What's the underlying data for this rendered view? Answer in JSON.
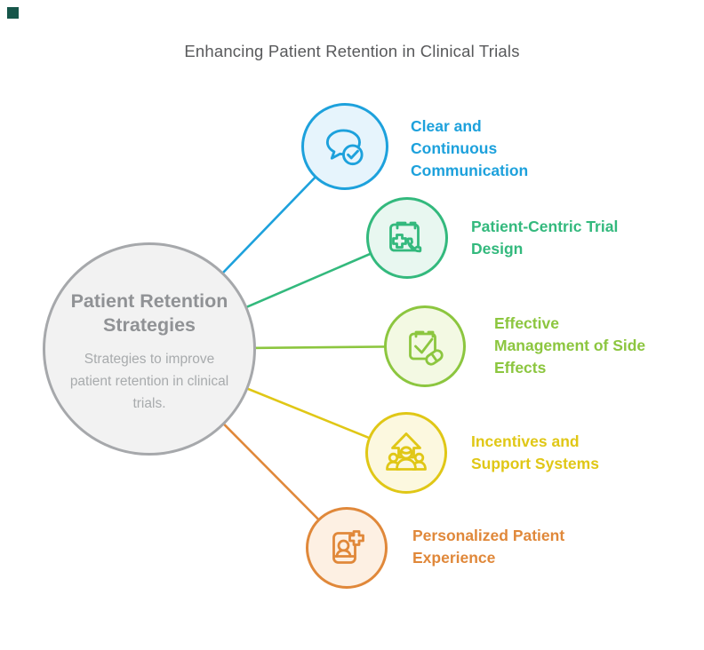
{
  "page": {
    "title": "Enhancing Patient Retention in Clinical Trials",
    "title_color": "#58595b",
    "background": "#ffffff",
    "brand_mark_color": "#16564a"
  },
  "center": {
    "title": "Patient Retention Strategies",
    "description": "Strategies to improve patient retention in clinical trials.",
    "fill": "#f2f2f2",
    "border_color": "#a6a8ab",
    "title_color": "#909295",
    "description_color": "#a8abad"
  },
  "nodes": [
    {
      "label_lines": [
        "Clear and",
        "Continuous",
        "Communication"
      ],
      "icon": "chat-check-icon",
      "color": "#1da1dc",
      "fill": "#e6f4fc"
    },
    {
      "label_lines": [
        "Patient-Centric Trial",
        "Design"
      ],
      "icon": "calendar-phone-icon",
      "color": "#33b97d",
      "fill": "#e8f7f0"
    },
    {
      "label_lines": [
        "Effective",
        "Management of Side",
        "Effects"
      ],
      "icon": "checklist-pill-icon",
      "color": "#8cc63f",
      "fill": "#f3f9e3"
    },
    {
      "label_lines": [
        "Incentives and",
        "Support Systems"
      ],
      "icon": "people-growth-icon",
      "color": "#e0c716",
      "fill": "#fcf8df"
    },
    {
      "label_lines": [
        "Personalized Patient",
        "Experience"
      ],
      "icon": "patient-card-icon",
      "color": "#e0883a",
      "fill": "#fdf0e3"
    }
  ]
}
